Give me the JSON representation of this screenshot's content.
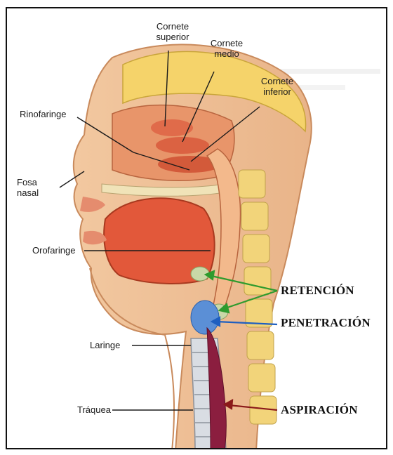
{
  "labels": {
    "cornete_superior": "Cornete superior",
    "cornete_medio": "Cornete medio",
    "cornete_inferior": "Cornete inferior",
    "rinofaringe": "Rinofaringe",
    "fosa_nasal": "Fosa nasal",
    "orofaringe": "Orofaringe",
    "laringe": "Laringe",
    "traquea": "Tráquea"
  },
  "categories": {
    "retencion": "RETENCIÓN",
    "penetracion": "PENETRACIÓN",
    "aspiracion": "ASPIRACIÓN"
  },
  "colors": {
    "retencion_arrow": "#2e9b2e",
    "penetracion_arrow": "#1e5fc0",
    "aspiracion_arrow": "#8b1a1a"
  }
}
